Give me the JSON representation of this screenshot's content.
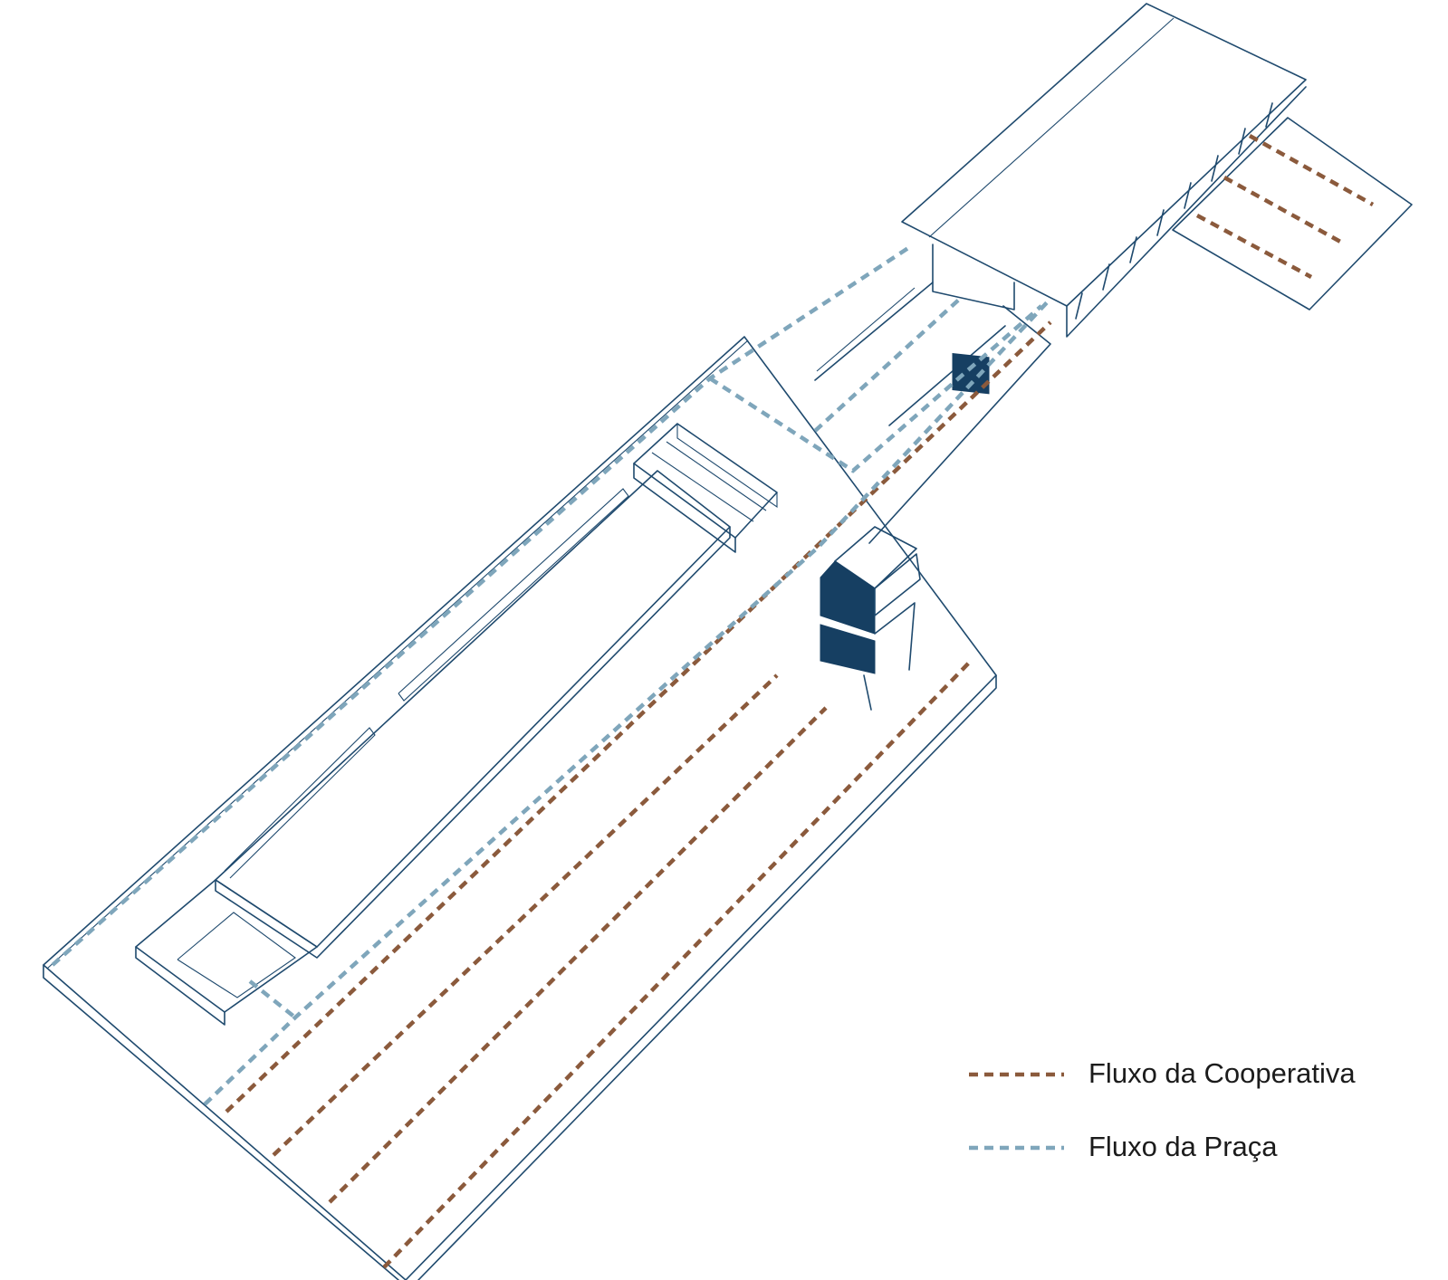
{
  "legend": {
    "items": [
      {
        "label": "Fluxo da Cooperativa",
        "color": "#8b5a3c",
        "style": "dashed"
      },
      {
        "label": "Fluxo da Praça",
        "color": "#7fa6bb",
        "style": "dashed"
      }
    ]
  },
  "colors": {
    "linework": "#1f4a6e",
    "cooperativa_flow": "#8b5a3c",
    "praca_flow": "#7fa6bb"
  }
}
